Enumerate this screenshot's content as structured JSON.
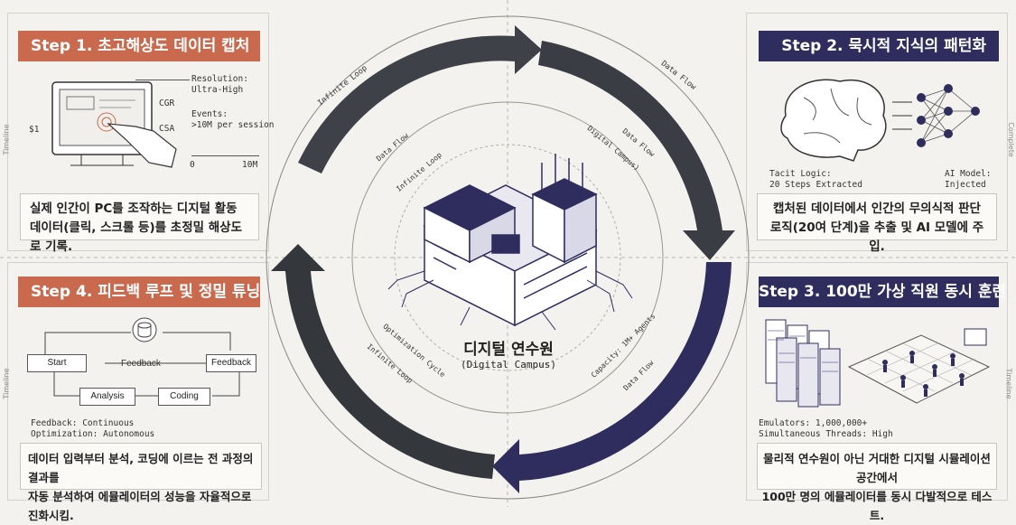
{
  "step1": {
    "title": "Step 1. 초고해상도 데이터 캡처",
    "desc_line1": "실제 인간이 PC를 조작하는 디지털 활동",
    "desc_line2": "데이터(클릭, 스크롤 등)를 초정밀 해상도로 기록.",
    "res_label": "Resolution:",
    "res_value": "Ultra-High",
    "events_label": "Events:",
    "events_value": ">10M per session",
    "cgr": "CGR",
    "csa": "CSA",
    "axis_start": "0",
    "axis_end": "10M",
    "side_left": "Timeline",
    "tick_left": "$1"
  },
  "step2": {
    "title": "Step 2. 묵시적 지식의 패턴화",
    "desc_line1": "캡처된 데이터에서 인간의 무의식적 판단",
    "desc_line2": "로직(20여 단계)을 추출 및 AI 모델에 주입.",
    "tacit_label": "Tacit Logic:",
    "tacit_value": "20 Steps Extracted",
    "ai_label": "AI Model:",
    "ai_value": "Injected",
    "side_right": "Complete"
  },
  "step3": {
    "title": "Step 3. 100만 가상 직원 동시 훈련",
    "desc_line1": "물리적 연수원이 아닌 거대한 디지털 시뮬레이션 공간에서",
    "desc_line2": "100만 명의 에뮬레이터를 동시 다발적으로 테스트.",
    "emulators": "Emulators: 1,000,000+",
    "threads": "Simultaneous Threads: High",
    "side_right": "Timeline"
  },
  "step4": {
    "title": "Step 4. 피드백 루프 및 정밀 튜닝",
    "desc_line1": "데이터 입력부터 분석, 코딩에 이르는 전 과정의 결과를",
    "desc_line2": "자동 분석하여 에뮬레이터의 성능을 자율적으로 진화시킴.",
    "start": "Start",
    "feedback_top": "Feedback",
    "feedback_box": "Feedback",
    "analysis": "Analysis",
    "coding": "Coding",
    "fb_continuous": "Feedback: Continuous",
    "opt_autonomous": "Optimization: Autonomous",
    "side_left": "Timeline"
  },
  "center": {
    "title": "디지털 연수원",
    "subtitle": "(Digital Campus)"
  },
  "ring_labels": {
    "infinite_loop": "Infinite Loop",
    "data_flow": "Data Flow",
    "digital_campus": "Digital Campus)",
    "optimization_cycle": "Optimization Cycle",
    "capacity": "Capacity: 1M+ Agents"
  },
  "colors": {
    "orange": "#c9694d",
    "navy": "#2e2d5e",
    "dark_arrow": "#3a3d42"
  }
}
